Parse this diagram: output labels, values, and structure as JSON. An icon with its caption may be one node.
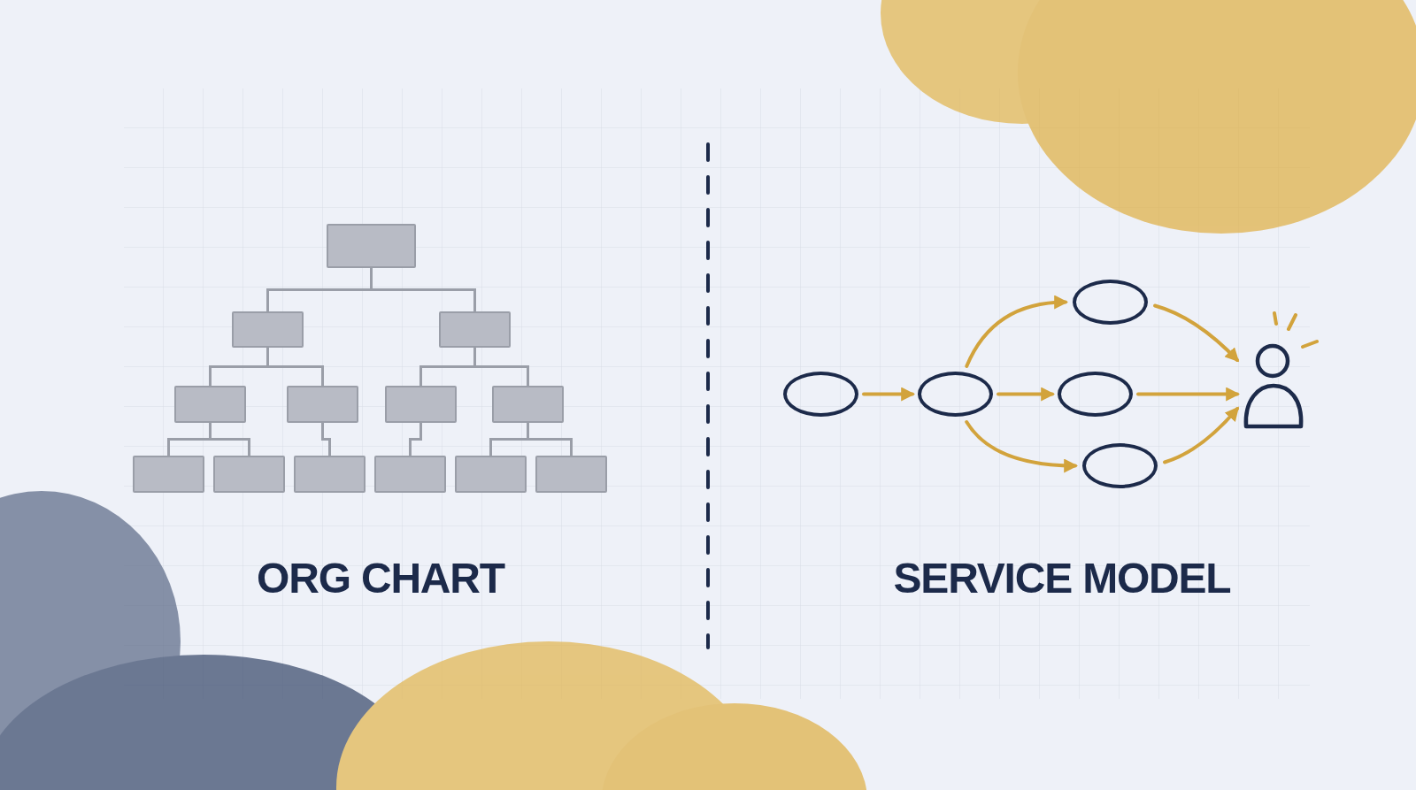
{
  "diagram": {
    "nodes": [
      {
        "text": [],
        "shape": "box"
      },
      {
        "text": [],
        "shape": "box"
      },
      {
        "text": [],
        "shape": "box"
      },
      {
        "text": [],
        "shape": "box"
      },
      {
        "text": [],
        "shape": "box"
      },
      {
        "text": [],
        "shape": "box"
      },
      {
        "text": [],
        "shape": "box"
      },
      {
        "text": [],
        "shape": "box"
      },
      {
        "text": [],
        "shape": "box"
      },
      {
        "text": [],
        "shape": "box"
      },
      {
        "text": [],
        "shape": "box"
      },
      {
        "text": [],
        "shape": "box"
      },
      {
        "text": [],
        "shape": "box"
      },
      {
        "text": [],
        "shape": "oval"
      },
      {
        "text": [],
        "shape": "oval"
      },
      {
        "text": [],
        "shape": "oval"
      },
      {
        "text": [],
        "shape": "oval"
      },
      {
        "text": [],
        "shape": "oval"
      },
      {
        "text": [],
        "shape": "person"
      }
    ],
    "edges": [
      {
        "from": 0,
        "to": 1,
        "arrow": "none"
      },
      {
        "from": 0,
        "to": 2,
        "arrow": "none"
      },
      {
        "from": 1,
        "to": 3,
        "arrow": "none"
      },
      {
        "from": 1,
        "to": 4,
        "arrow": "none"
      },
      {
        "from": 2,
        "to": 5,
        "arrow": "none"
      },
      {
        "from": 2,
        "to": 6,
        "arrow": "none"
      },
      {
        "from": 3,
        "to": 7,
        "arrow": "none"
      },
      {
        "from": 3,
        "to": 8,
        "arrow": "none"
      },
      {
        "from": 4,
        "to": 9,
        "arrow": "none"
      },
      {
        "from": 5,
        "to": 10,
        "arrow": "none"
      },
      {
        "from": 6,
        "to": 11,
        "arrow": "none"
      },
      {
        "from": 6,
        "to": 12,
        "arrow": "none"
      },
      {
        "from": 13,
        "to": 14,
        "arrow": "to",
        "color": "#d2a33c"
      },
      {
        "from": 14,
        "to": 15,
        "arrow": "to",
        "color": "#d2a33c"
      },
      {
        "from": 14,
        "to": 16,
        "arrow": "to",
        "color": "#d2a33c"
      },
      {
        "from": 14,
        "to": 17,
        "arrow": "to",
        "color": "#d2a33c"
      },
      {
        "from": 15,
        "to": 18,
        "arrow": "to",
        "color": "#d2a33c"
      },
      {
        "from": 16,
        "to": 18,
        "arrow": "to",
        "color": "#d2a33c"
      },
      {
        "from": 17,
        "to": 18,
        "arrow": "to",
        "color": "#d2a33c"
      }
    ],
    "labels": [
      "ORG CHART",
      "SERVICE MODEL"
    ]
  }
}
